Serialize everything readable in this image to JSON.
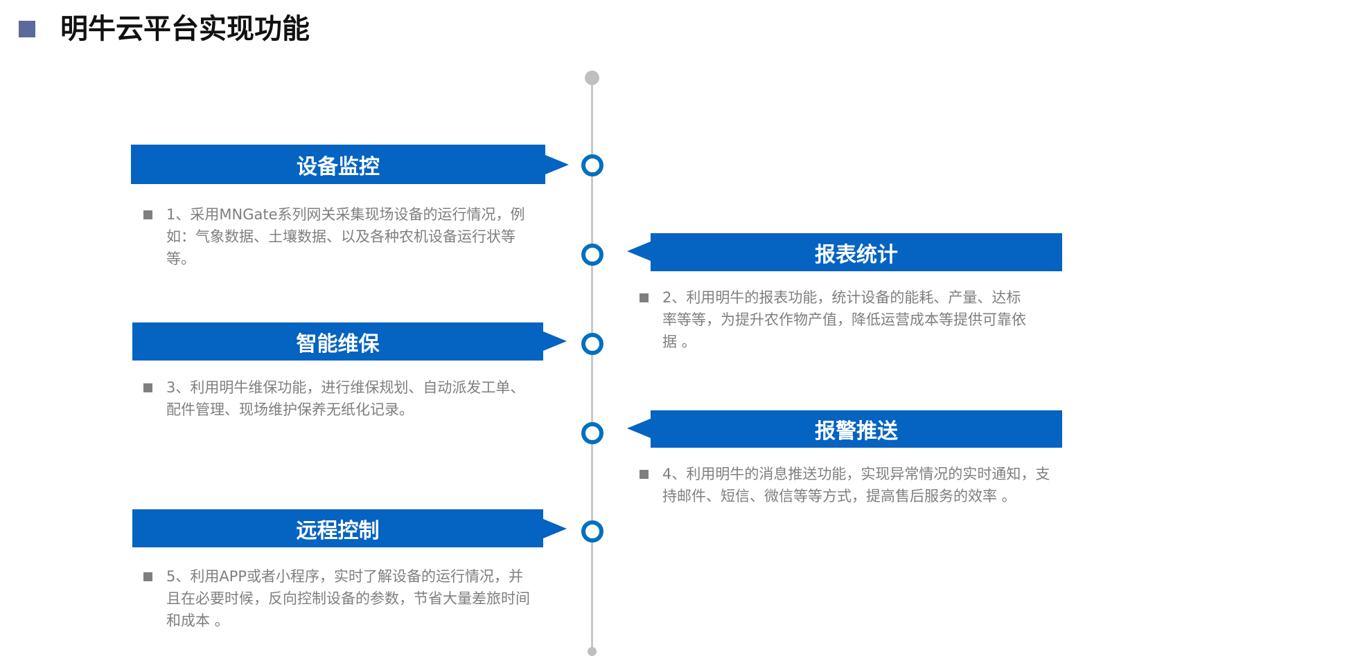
{
  "title": "明牛云平台实现功能",
  "accent_color": "#0563c1",
  "items": [
    {
      "label": "设备监控",
      "text": "1、采用MNGate系列网关采集现场设备的运行情况，例如：气象数据、土壤数据、以及各种农机设备运行状等等。"
    },
    {
      "label": "报表统计",
      "text": "2、利用明牛的报表功能，统计设备的能耗、产量、达标率等等，为提升农作物产值，降低运营成本等提供可靠依据 。"
    },
    {
      "label": "智能维保",
      "text": "3、利用明牛维保功能，进行维保规划、自动派发工单、配件管理、现场维护保养无纸化记录。"
    },
    {
      "label": "报警推送",
      "text": "4、利用明牛的消息推送功能，实现异常情况的实时通知，支持邮件、短信、微信等等方式，提高售后服务的效率 。"
    },
    {
      "label": "远程控制",
      "text": "5、利用APP或者小程序，实时了解设备的运行情况，并且在必要时候，反向控制设备的参数，节省大量差旅时间和成本 。"
    }
  ]
}
